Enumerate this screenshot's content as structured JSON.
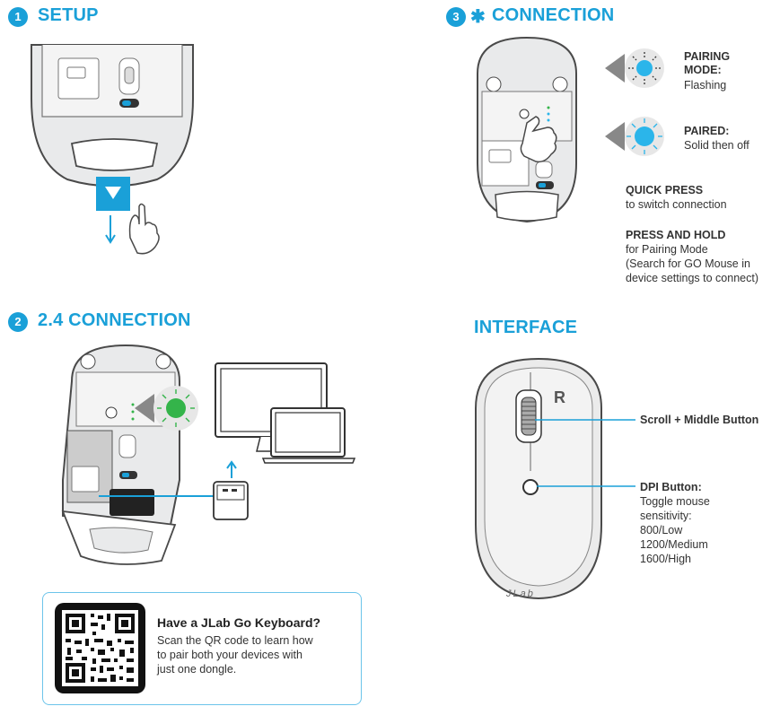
{
  "setup": {
    "step": "1",
    "title": "SETUP"
  },
  "connection_bt": {
    "step": "3",
    "title": "CONNECTION",
    "pairing_mode_title": "PAIRING MODE:",
    "pairing_mode_desc": "Flashing",
    "paired_title": "PAIRED:",
    "paired_desc": "Solid then off",
    "quick_press_title": "QUICK PRESS",
    "quick_press_desc": "to switch connection",
    "press_hold_title": "PRESS AND HOLD",
    "press_hold_desc_1": "for Pairing Mode",
    "press_hold_desc_2": "(Search for GO Mouse in",
    "press_hold_desc_3": "device settings to connect)"
  },
  "connection_24": {
    "step": "2",
    "title": "2.4 CONNECTION"
  },
  "interface": {
    "title": "INTERFACE",
    "r_label": "R",
    "scroll_label": "Scroll + Middle Button",
    "dpi_title": "DPI Button:",
    "dpi_desc_1": "Toggle mouse",
    "dpi_desc_2": "sensitivity:",
    "dpi_desc_3": "800/Low",
    "dpi_desc_4": "1200/Medium",
    "dpi_desc_5": "1600/High",
    "logo_text": "JLab"
  },
  "keyboard_promo": {
    "title": "Have a JLab Go Keyboard?",
    "desc_1": "Scan the QR code to learn how",
    "desc_2": "to pair both your devices with",
    "desc_3": "just one dongle."
  },
  "colors": {
    "accent": "#1aa0d8",
    "led_blue": "#2bb5ea",
    "led_green": "#34b44a",
    "mouse_body": "#e9eaeb",
    "outline": "#4a4a4a"
  }
}
